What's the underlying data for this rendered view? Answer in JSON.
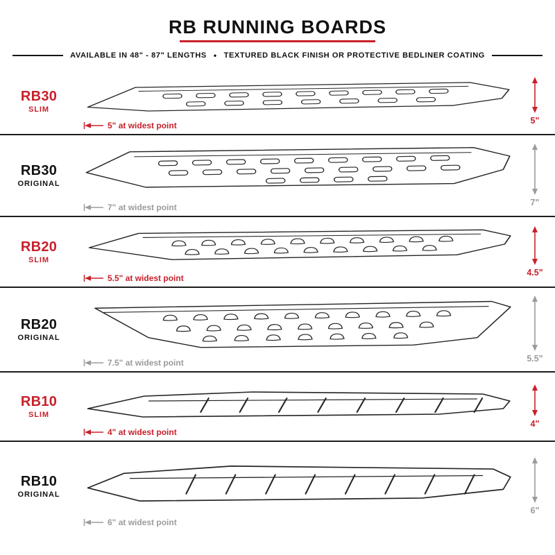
{
  "header": {
    "title": "RB RUNNING BOARDS",
    "subtitle_left": "AVAILABLE IN 48\" - 87\" LENGTHS",
    "subtitle_bullet": "•",
    "subtitle_right": "TEXTURED BLACK FINISH OR PROTECTIVE BEDLINER COATING"
  },
  "rows": [
    {
      "model": "RB30",
      "variant": "SLIM",
      "style": "slim",
      "width_note": "5\" at widest point",
      "height_note": "5\""
    },
    {
      "model": "RB30",
      "variant": "ORIGINAL",
      "style": "original",
      "width_note": "7\" at widest point",
      "height_note": "7\""
    },
    {
      "model": "RB20",
      "variant": "SLIM",
      "style": "slim",
      "width_note": "5.5\" at widest point",
      "height_note": "4.5\""
    },
    {
      "model": "RB20",
      "variant": "ORIGINAL",
      "style": "original",
      "width_note": "7.5\" at widest point",
      "height_note": "5.5\""
    },
    {
      "model": "RB10",
      "variant": "SLIM",
      "style": "slim",
      "width_note": "4\" at widest point",
      "height_note": "4\""
    },
    {
      "model": "RB10",
      "variant": "ORIGINAL",
      "style": "original",
      "width_note": "6\" at widest point",
      "height_note": "6\""
    }
  ],
  "colors": {
    "accent_red": "#c8202a",
    "dim_gray": "#9b9b9b",
    "ink": "#1a1a1a"
  }
}
